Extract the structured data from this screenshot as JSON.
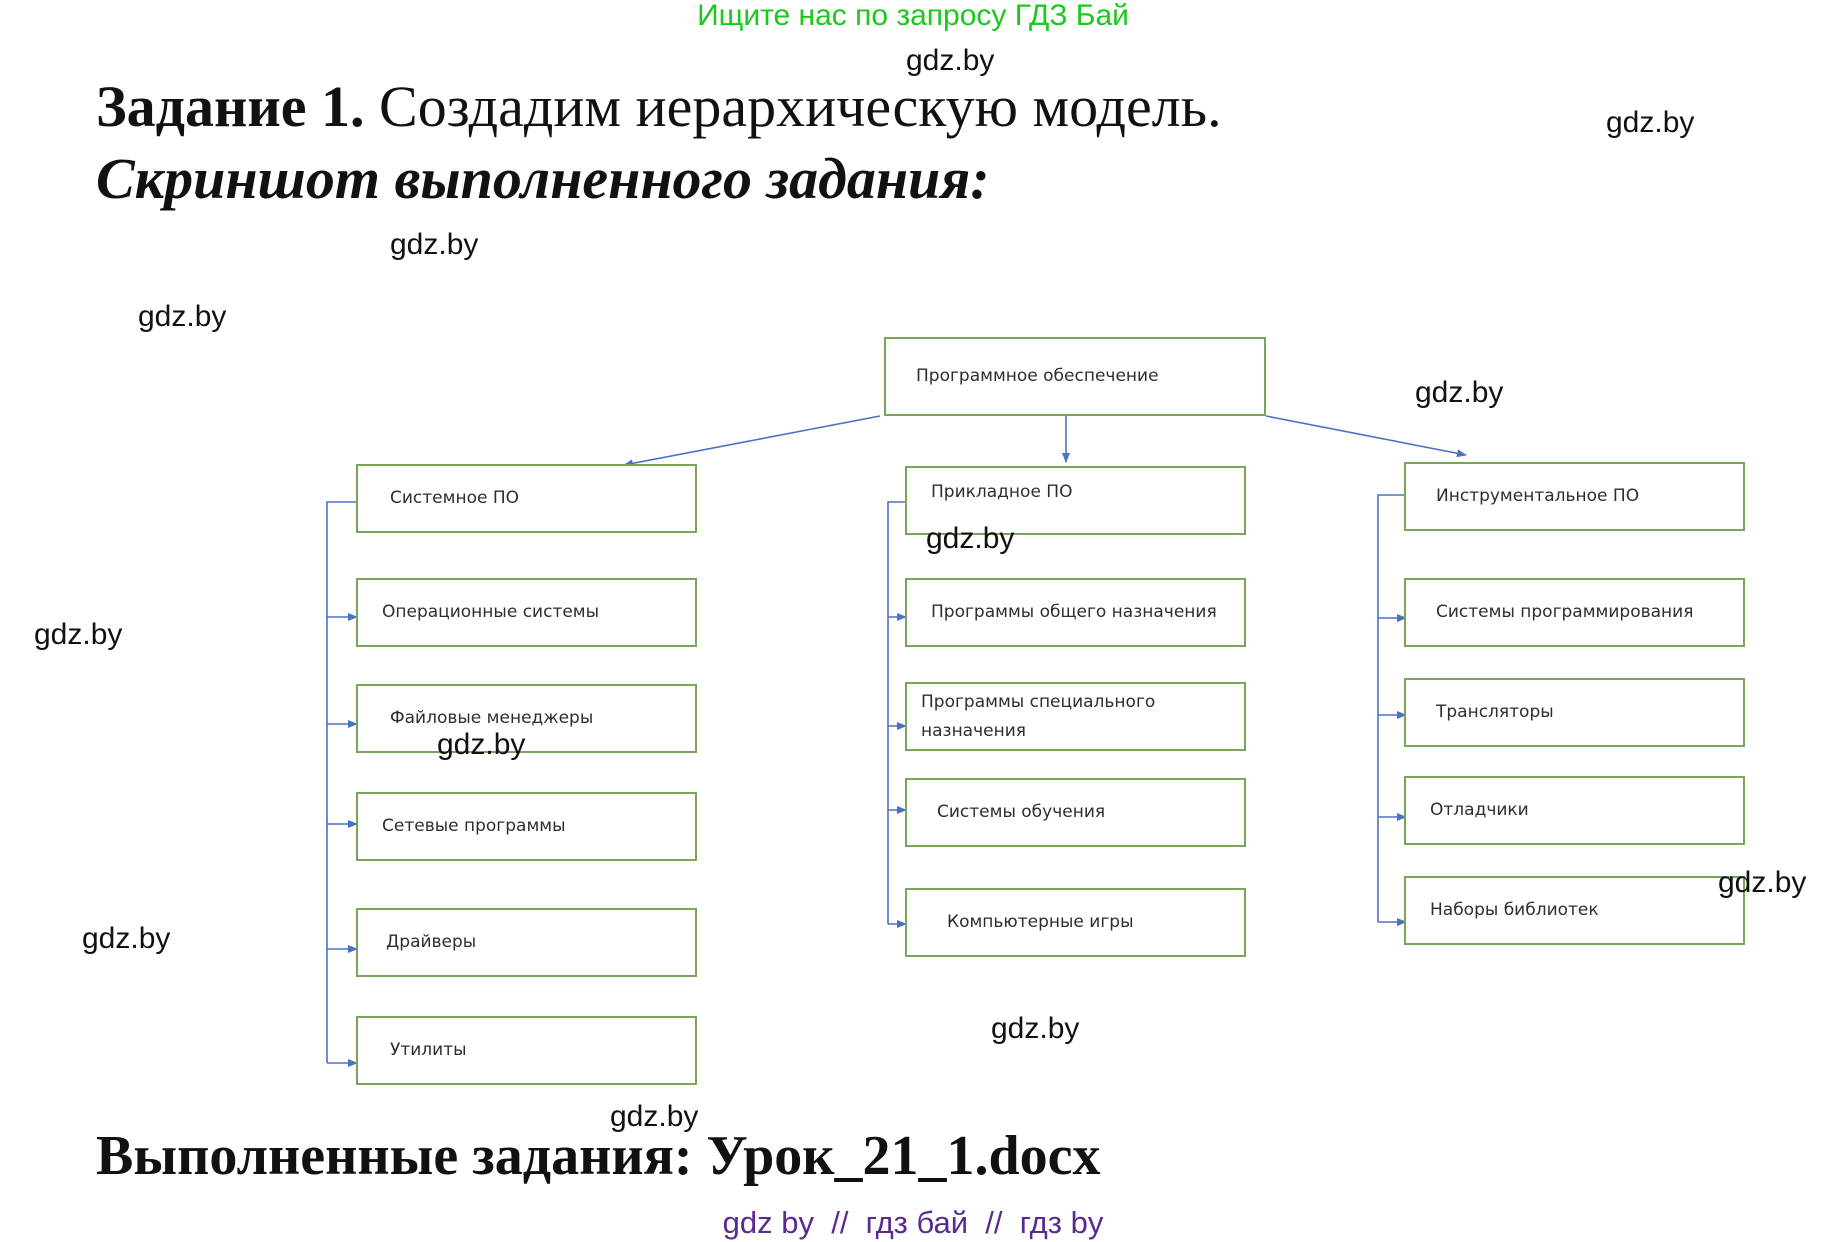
{
  "banner": "Ищите нас по запросу ГДЗ Бай",
  "task": {
    "label": "Задание 1.",
    "text": "Создадим иерархическую модель."
  },
  "screenshot_heading": "Скриншот выполненного задания:",
  "completed": "Выполненные задания: Урок_21_1.docx",
  "footer": "gdz by  //  гдз бай  //  гдз by",
  "watermark": "gdz.by",
  "diagram": {
    "root": "Программное обеспечение",
    "branches": [
      {
        "title": "Системное ПО",
        "items": [
          "Операционные системы",
          "Файловые менеджеры",
          "Сетевые программы",
          "Драйверы",
          "Утилиты"
        ]
      },
      {
        "title": "Прикладное ПО",
        "items": [
          "Программы общего назначения",
          "Программы специального назначения",
          "Системы обучения",
          "Компьютерные игры"
        ]
      },
      {
        "title": "Инструментальное ПО",
        "items": [
          "Системы программирования",
          "Трансляторы",
          "Отладчики",
          "Наборы библиотек"
        ]
      }
    ]
  },
  "colors": {
    "box_border": "#7aa65a",
    "connector": "#4a72c4",
    "banner": "#1dc81d",
    "footer": "#5a2a8f"
  }
}
